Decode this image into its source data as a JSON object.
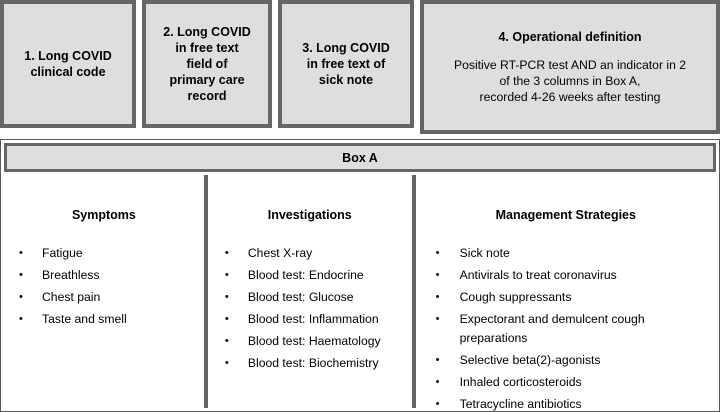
{
  "figure": {
    "title": "Long COVID identification and operational definition",
    "colors": {
      "box_border": "#666666",
      "box_fill": "#dedede",
      "panel_border": "#595959",
      "panel_fill": "#ffffff",
      "text": "#000000"
    }
  },
  "top_row": {
    "boxes": [
      {
        "number": "1",
        "title": "1. Long COVID\nclinical code",
        "body": ""
      },
      {
        "number": "2",
        "title": "2. Long COVID\nin free text\nfield of\nprimary care\nrecord",
        "body": ""
      },
      {
        "number": "3",
        "title": "3. Long COVID\nin free text of\nsick note",
        "body": ""
      },
      {
        "number": "4",
        "title": "4. Operational definition",
        "body": "Positive RT-PCR test AND an indicator in 2\nof the 3 columns in Box A,\nrecorded 4-26 weeks after testing"
      }
    ]
  },
  "box_a": {
    "header_label": "Box A",
    "columns": [
      {
        "title": "Symptoms",
        "items": [
          "Fatigue",
          "Breathless",
          "Chest pain",
          "Taste and smell"
        ]
      },
      {
        "title": "Investigations",
        "items": [
          "Chest X-ray",
          "Blood test: Endocrine",
          "Blood test: Glucose",
          "Blood test: Inflammation",
          "Blood test: Haematology",
          "Blood test: Biochemistry"
        ]
      },
      {
        "title": "Management Strategies",
        "items": [
          "Sick note",
          "Antivirals to treat coronavirus",
          "Cough suppressants",
          "Expectorant and demulcent cough preparations",
          "Selective beta(2)-agonists",
          "Inhaled corticosteroids",
          "Tetracycline antibiotics"
        ]
      }
    ]
  }
}
